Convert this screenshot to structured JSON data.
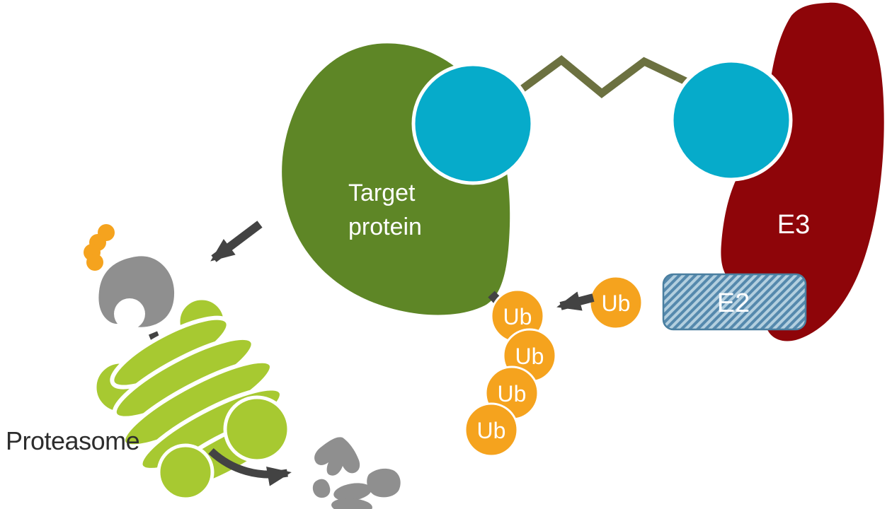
{
  "labels": {
    "target_line1": "Target",
    "target_line2": "protein",
    "e3": "E3",
    "e2": "E2",
    "ub": "Ub",
    "proteasome": "Proteasome"
  },
  "structure": {
    "ubiquitin_chain_count": 4,
    "free_ubiquitin_count": 1,
    "process": "Target protein linked to E3 ligase, polyubiquitinated via E2, degraded by proteasome into fragments"
  },
  "colors": {
    "target_green": "#5e8626",
    "ligand_cyan": "#06abca",
    "e3_red": "#8e0509",
    "linker_olive": "#6c7140",
    "ubiquitin_orange": "#f5a31e",
    "proteasome_green": "#a7c931",
    "degradation_gray": "#8f8f8f",
    "arrow_dark": "#434343",
    "e2_stripe_light": "#b3cfdf",
    "e2_stripe_dark": "#5589ad",
    "e2_border": "#4a7fa0",
    "text_white": "#ffffff",
    "text_dark": "#2d2d2d"
  }
}
